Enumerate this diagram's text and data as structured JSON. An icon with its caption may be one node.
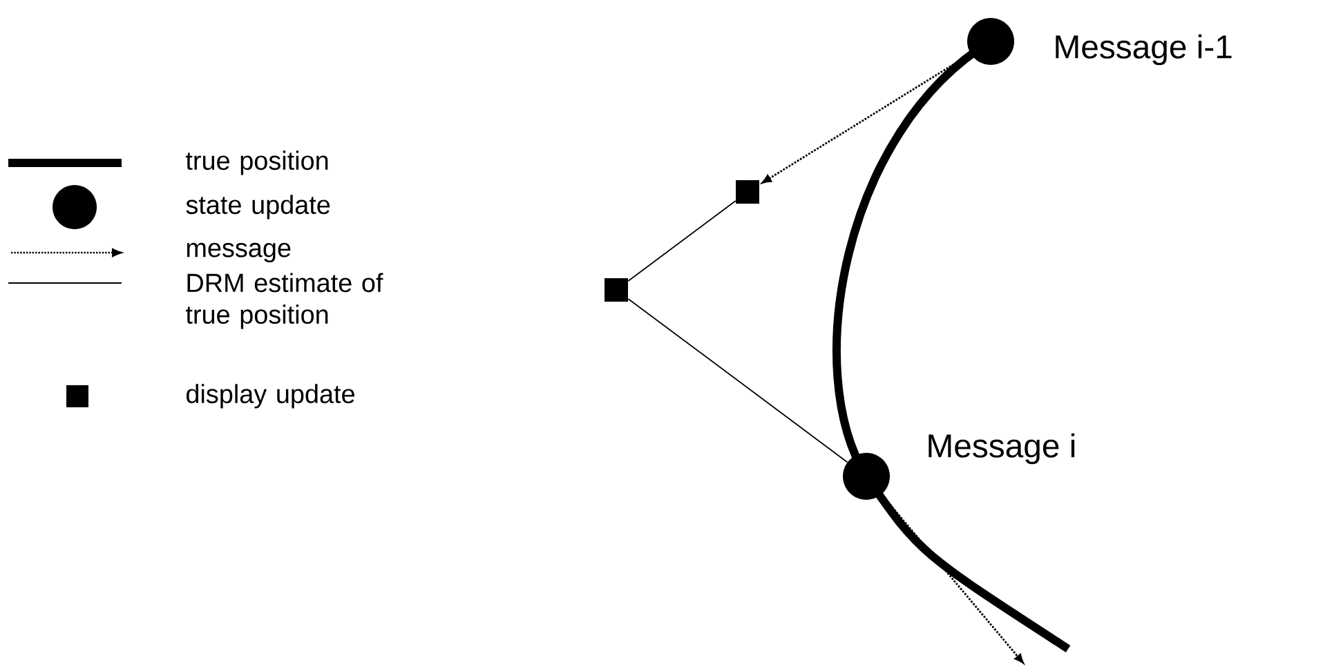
{
  "diagram": {
    "nodes": [
      {
        "text": [],
        "shape": "circle",
        "beside": [
          "Message i-1"
        ]
      },
      {
        "text": [],
        "shape": "box"
      },
      {
        "text": [],
        "shape": "box"
      },
      {
        "text": [],
        "shape": "circle",
        "beside": [
          "Message i"
        ]
      }
    ],
    "edges": [
      {
        "from": 0,
        "to": 3,
        "arrow": "none",
        "style": "thick"
      },
      {
        "from": 3,
        "to": null,
        "arrow": "none",
        "style": "thick"
      },
      {
        "from": 0,
        "to": 1,
        "arrow": "to",
        "style": "dashed"
      },
      {
        "from": 1,
        "to": 2,
        "arrow": "none"
      },
      {
        "from": 2,
        "to": 3,
        "arrow": "none"
      },
      {
        "from": 3,
        "to": null,
        "arrow": "to",
        "style": "dashed"
      }
    ],
    "legend": [
      {
        "text": "true position"
      },
      {
        "text": "state update"
      },
      {
        "text": "message"
      },
      {
        "text": "DRM estimate of true position"
      },
      {
        "text": "display update"
      }
    ]
  }
}
